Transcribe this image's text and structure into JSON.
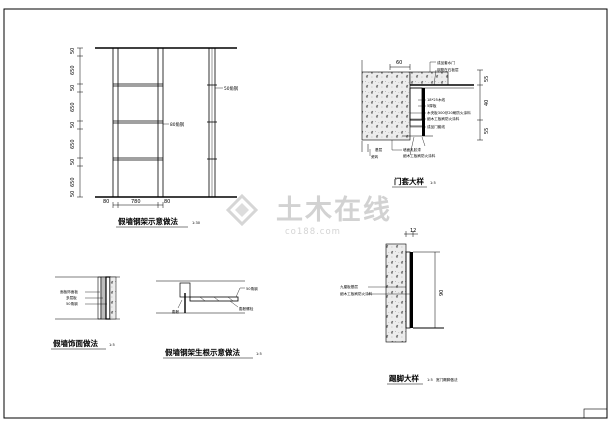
{
  "watermark": {
    "brand": "土木在线",
    "site": "co188.com"
  },
  "panels": {
    "wall_frame": {
      "title": "假墙钢架示意做法",
      "scale": "1:30",
      "dims_left": [
        "50",
        "650",
        "50",
        "650",
        "50",
        "650",
        "50",
        "650",
        "50"
      ],
      "dims_bottom": [
        "80",
        "780",
        "80"
      ],
      "label_frame": "80角钢",
      "label_side": "50角钢"
    },
    "door_head": {
      "title": "门套大样",
      "scale": "1:5",
      "top_dim": "60",
      "right_dims": [
        "55",
        "40",
        "55"
      ],
      "labels": [
        "成品套水门",
        "钢筋在石板层",
        "18*25木线",
        "5厚板",
        "木夹板300@20刷防火涂料",
        "细木工板刷防火涂料",
        "成品门套线",
        "墙面乳胶漆",
        "基层",
        "瓷砖",
        "细木工板刷防火涂料"
      ]
    },
    "wall_facing": {
      "title": "假墙饰面做法",
      "scale": "1:5",
      "labels": [
        "面板饰面板",
        "多层板",
        "50角钢"
      ]
    },
    "frame_root": {
      "title": "假墙钢架生根示意做法",
      "scale": "1:5",
      "labels": [
        "50角钢",
        "膨胀",
        "膨胀螺栓"
      ]
    },
    "skirting": {
      "title": "踢脚大样",
      "scale": "1:5",
      "note": "宽门踢脚做法",
      "top_dim": "12",
      "side_dim": "90",
      "labels": [
        "九厘板基层",
        "细木工板刷防火涂料"
      ]
    }
  }
}
